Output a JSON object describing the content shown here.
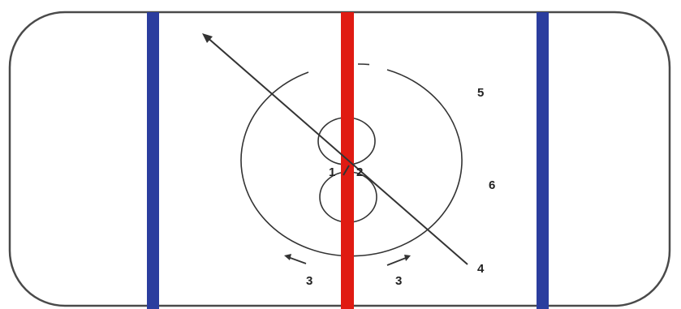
{
  "labels": {
    "player_1": "1",
    "player_2": "2",
    "player_3_left": "3",
    "player_3_right": "3",
    "player_4": "4",
    "player_5": "5",
    "player_6": "6"
  },
  "colors": {
    "board": "#4a4a4a",
    "blue_line": "#2b3d9e",
    "center_red_line": "#e01b12",
    "markings": "#333333",
    "faint_marks": "#eef2dc"
  }
}
